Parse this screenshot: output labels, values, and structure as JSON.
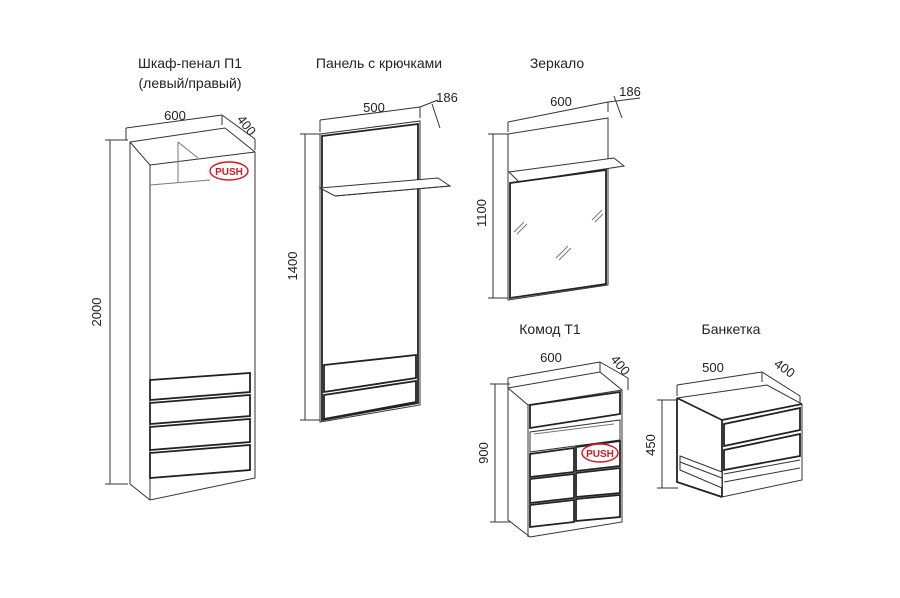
{
  "items": {
    "wardrobe": {
      "title_line1": "Шкаф-пенал П1",
      "title_line2": "(левый/правый)",
      "width": "600",
      "depth": "400",
      "height": "2000",
      "badge": "PUSH"
    },
    "hook_panel": {
      "title": "Панель с крючками",
      "width": "500",
      "depth": "186",
      "height": "1400"
    },
    "mirror": {
      "title": "Зеркало",
      "width": "600",
      "depth": "186",
      "height": "1100"
    },
    "dresser": {
      "title": "Комод Т1",
      "width": "600",
      "depth": "400",
      "height": "900",
      "badge": "PUSH"
    },
    "bench": {
      "title": "Банкетка",
      "width": "500",
      "depth": "400",
      "height": "450"
    }
  },
  "colors": {
    "line": "#333333",
    "push_badge": "#d8141c"
  }
}
